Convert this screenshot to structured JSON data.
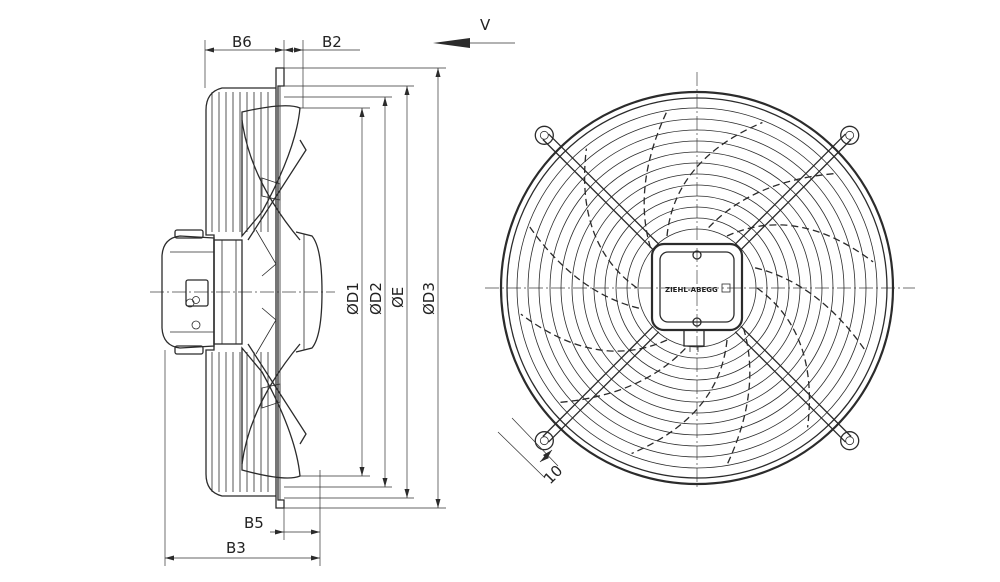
{
  "labels": {
    "b6": "B6",
    "b2": "B2",
    "b5": "B5",
    "b3": "B3",
    "d1": "ØD1",
    "d2": "ØD2",
    "e": "ØE",
    "d3": "ØD3",
    "airflow": "V",
    "gap": "10",
    "brand": "ZIEHL-ABEGG"
  },
  "colors": {
    "line": "#2b2b2b",
    "background": "#ffffff"
  },
  "icons": {
    "flow_arrow": "arrow-left-icon",
    "brand_logo": "ziehl-abegg-logo-icon"
  }
}
